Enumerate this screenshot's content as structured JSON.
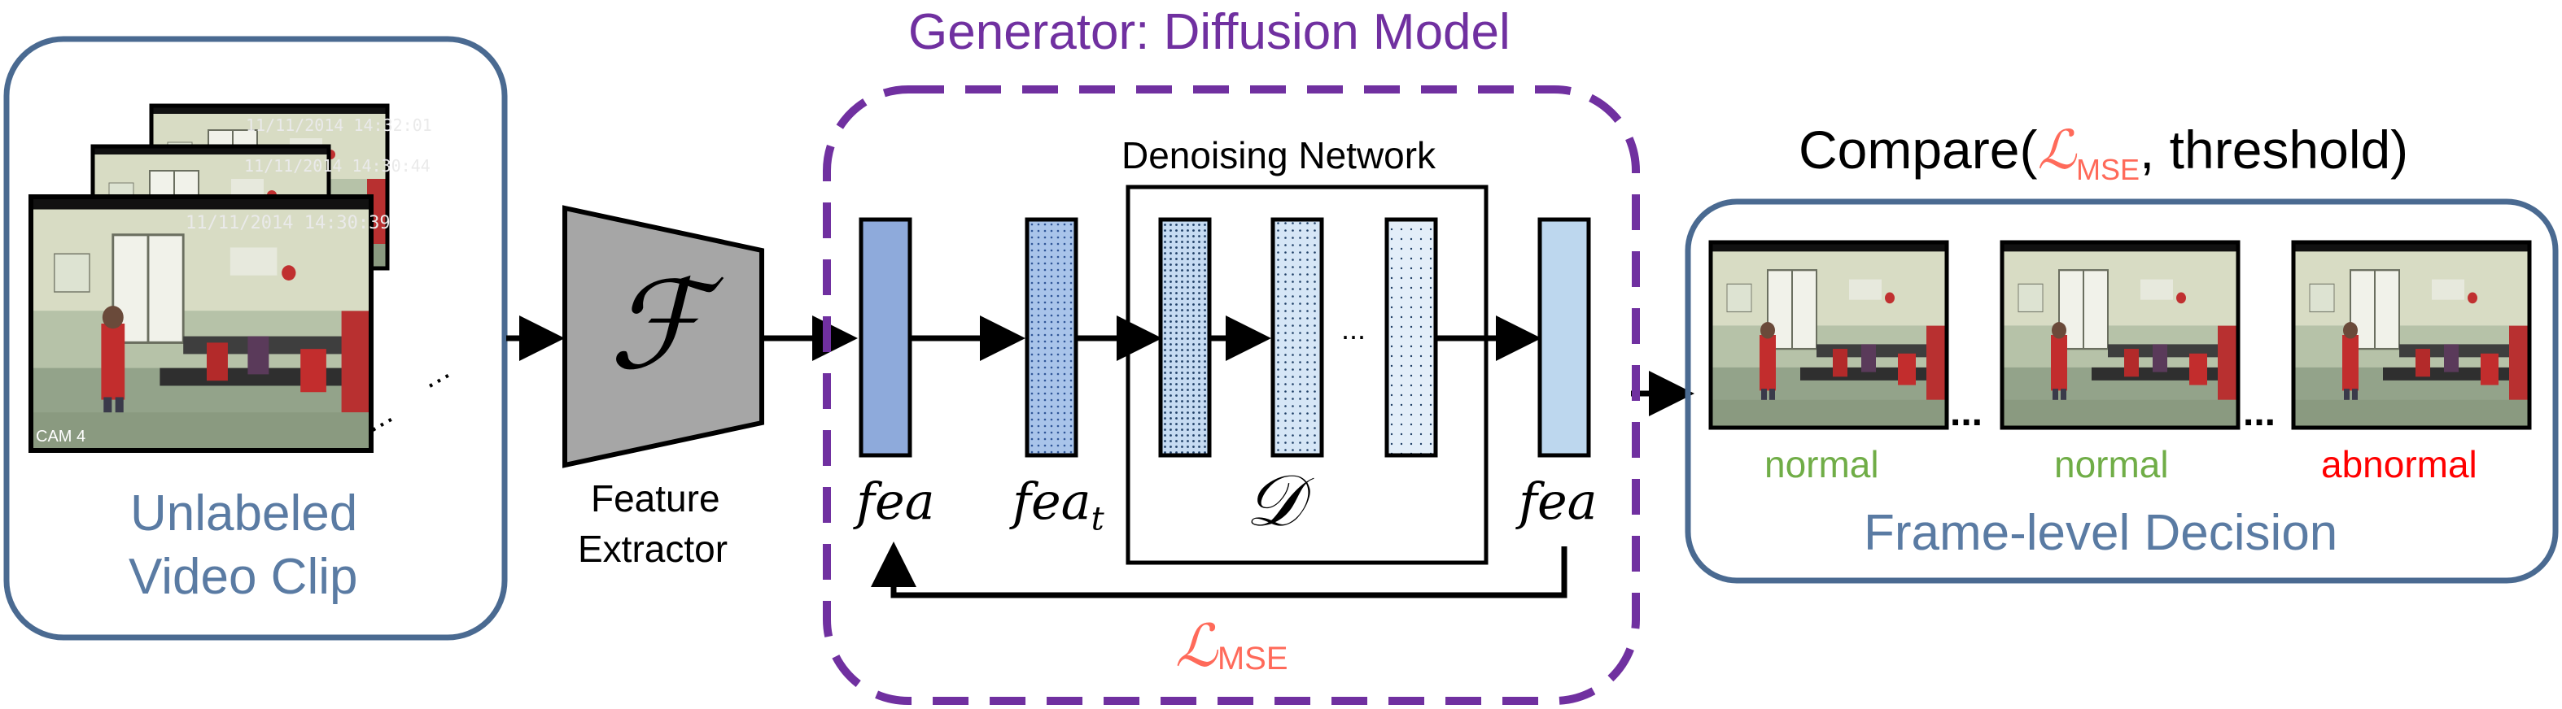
{
  "input_box": {
    "title_line1": "Unlabeled",
    "title_line2": "Video Clip",
    "frame_timestamps": [
      "11/11/2014 14:32:01",
      "11/11/2014 14:30:44",
      "11/11/2014 14:30:39"
    ],
    "cam_label": "CAM 4"
  },
  "feature_extractor": {
    "symbol": "ℱ",
    "label_line1": "Feature",
    "label_line2": "Extractor"
  },
  "generator": {
    "title": "Generator: Diffusion Model",
    "fea_label": "fea",
    "fea_t_base": "fea",
    "fea_t_sub": "t",
    "denoising_title": "Denoising Network",
    "denoising_symbol": "𝒟",
    "ellipsis": "...",
    "fea_hat_label": "fea",
    "loss_symbol": "ℒ",
    "loss_sub": "MSE"
  },
  "compare": {
    "prefix": "Compare(",
    "loss_symbol": "ℒ",
    "loss_sub": "MSE",
    "suffix": ", threshold)"
  },
  "decision_box": {
    "title": "Frame-level Decision",
    "frames": [
      {
        "label": "normal",
        "color": "#70ad47"
      },
      {
        "label": "normal",
        "color": "#70ad47"
      },
      {
        "label": "abnormal",
        "color": "#ff0000"
      }
    ],
    "ellipsis": "..."
  },
  "colors": {
    "box_border": "#4a6a91",
    "box_text": "#5a7ba3",
    "generator_border": "#7030a0",
    "loss_red": "#ff6a5a",
    "fea_blue": "#8eaadb",
    "fea_t_blue": "#a9c4ea",
    "denoise_block": "#dce9f6",
    "fea_hat_blue": "#bdd7ee",
    "normal_green": "#70ad47",
    "abnormal_red": "#ff0000",
    "extractor_gray": "#a6a6a6"
  }
}
